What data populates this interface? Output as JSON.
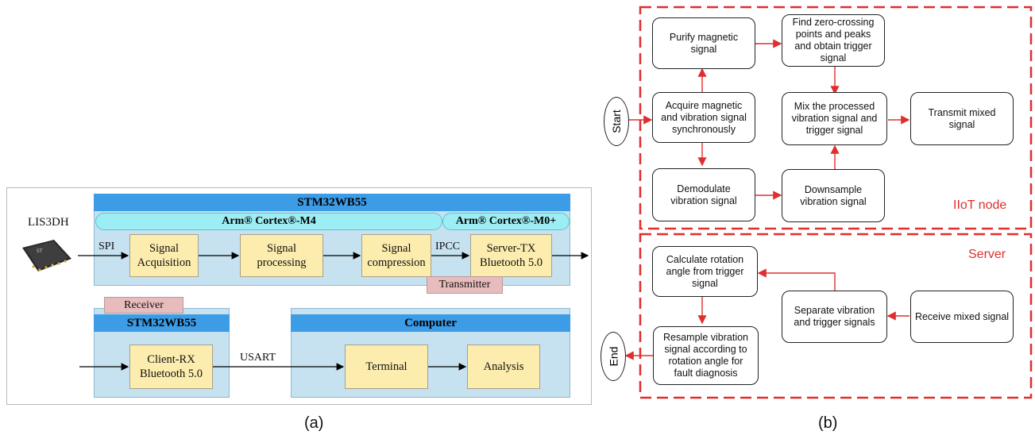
{
  "panel_a": {
    "sensor_label": "LIS3DH",
    "top_chip": "STM32WB55",
    "core_m4": "Arm® Cortex®-M4",
    "core_m0": "Arm® Cortex®-M0+",
    "spi": "SPI",
    "ipcc": "IPCC",
    "usart": "USART",
    "signal_acquisition": [
      "Signal",
      "Acquisition"
    ],
    "signal_processing": [
      "Signal",
      "processing"
    ],
    "signal_compression": [
      "Signal",
      "compression"
    ],
    "server_tx": [
      "Server-TX",
      "Bluetooth 5.0"
    ],
    "transmitter": "Transmitter",
    "receiver": "Receiver",
    "bottom_chip": "STM32WB55",
    "client_rx": [
      "Client-RX",
      "Bluetooth 5.0"
    ],
    "computer": "Computer",
    "terminal": "Terminal",
    "analysis": "Analysis",
    "caption": "(a)"
  },
  "panel_b": {
    "start": "Start",
    "end": "End",
    "iiot_label": "IIoT node",
    "server_label": "Server",
    "purify": [
      "Purify magnetic",
      "signal"
    ],
    "find_zero": [
      "Find zero-crossing",
      "points and peaks",
      "and obtain trigger",
      "signal"
    ],
    "acquire": [
      "Acquire magnetic",
      "and vibration signal",
      "synchronously"
    ],
    "mix": [
      "Mix the processed",
      "vibration signal and",
      "trigger signal"
    ],
    "transmit": [
      "Transmit mixed",
      "signal"
    ],
    "demodulate": [
      "Demodulate",
      "vibration signal"
    ],
    "downsample": [
      "Downsample",
      "vibration signal"
    ],
    "calculate": [
      "Calculate rotation",
      "angle from trigger",
      "signal"
    ],
    "separate": [
      "Separate vibration",
      "and trigger signals"
    ],
    "receive": [
      "Receive mixed signal"
    ],
    "resample": [
      "Resample vibration",
      "signal according to",
      "rotation angle for",
      "fault diagnosis"
    ],
    "caption": "(b)"
  },
  "colors": {
    "accent_blue": "#3c9ce6",
    "dashed_red": "#e02e2e",
    "box_yellow": "#fcecae"
  }
}
